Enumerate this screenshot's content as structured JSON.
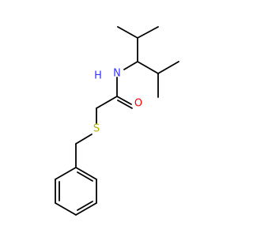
{
  "molecule": {
    "atoms": [
      {
        "id": "N",
        "label": "N",
        "color": "#3333ff"
      },
      {
        "id": "HN",
        "label": "H",
        "color": "#3333ff"
      },
      {
        "id": "O",
        "label": "O",
        "color": "#ff0000"
      },
      {
        "id": "S",
        "label": "S",
        "color": "#b2b200"
      }
    ]
  }
}
